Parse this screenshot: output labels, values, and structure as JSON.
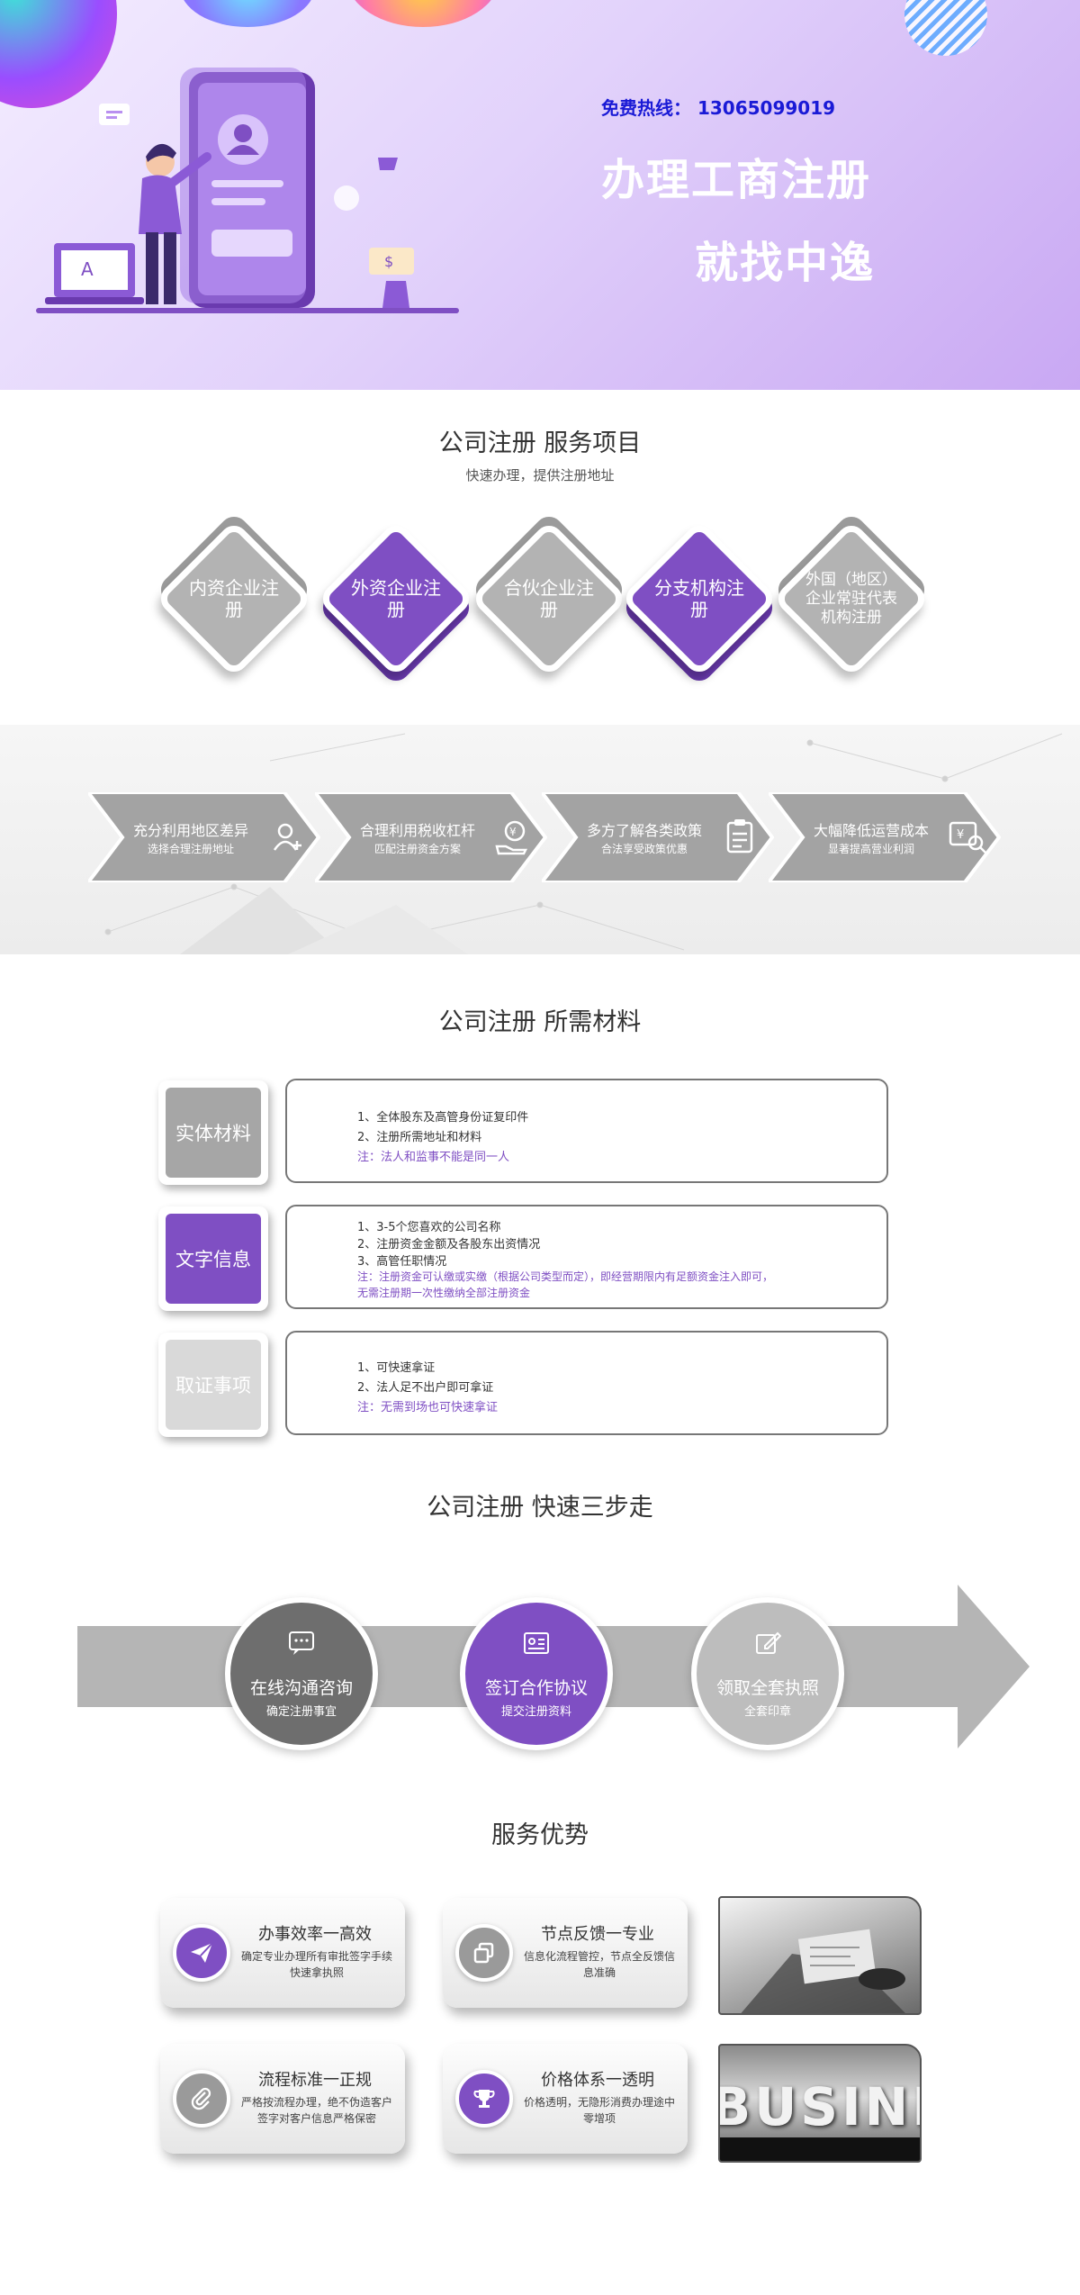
{
  "hero": {
    "hotline": "免费热线： 13065099019",
    "title_line1": "办理工商注册",
    "title_line2": "就找中逸",
    "colors": {
      "hotline": "#1a1ad6",
      "accent": "#7f4fc3"
    }
  },
  "services": {
    "title": "公司注册 服务项目",
    "subtitle": "快速办理，提供注册地址",
    "items": [
      {
        "label": "内资企业注册",
        "style": "gray"
      },
      {
        "label": "外资企业注册",
        "style": "purple"
      },
      {
        "label": "合伙企业注册",
        "style": "gray"
      },
      {
        "label": "分支机构注册",
        "style": "purple"
      },
      {
        "label": "外国（地区）企业常驻代表机构注册",
        "style": "gray"
      }
    ]
  },
  "benefits": [
    {
      "title": "充分利用地区差异",
      "sub": "选择合理注册地址",
      "icon": "user-add-icon"
    },
    {
      "title": "合理利用税收杠杆",
      "sub": "匹配注册资金方案",
      "icon": "money-hand-icon"
    },
    {
      "title": "多方了解各类政策",
      "sub": "合法享受政策优惠",
      "icon": "clipboard-icon"
    },
    {
      "title": "大幅降低运营成本",
      "sub": "显著提高营业利润",
      "icon": "money-search-icon"
    }
  ],
  "materials": {
    "title": "公司注册 所需材料",
    "rows": [
      {
        "tag": "实体材料",
        "tag_color": "#a6a6a6",
        "lines": [
          "1、全体股东及高管身份证复印件",
          "2、注册所需地址和材料"
        ],
        "notes": [
          "注：法人和监事不能是同一人"
        ]
      },
      {
        "tag": "文字信息",
        "tag_color": "#7f4fc3",
        "lines": [
          "1、3-5个您喜欢的公司名称",
          "2、注册资金金额及各股东出资情况",
          "3、高管任职情况"
        ],
        "notes": [
          "注：注册资金可认缴或实缴（根据公司类型而定），即经营期限内有足额资金注入即可，",
          "无需注册期一次性缴纳全部注册资金"
        ]
      },
      {
        "tag": "取证事项",
        "tag_color": "#d9d9d9",
        "lines": [
          "1、可快速拿证",
          "2、法人足不出户即可拿证"
        ],
        "notes": [
          "注：无需到场也可快速拿证"
        ]
      }
    ]
  },
  "steps": {
    "title": "公司注册 快速三步走",
    "items": [
      {
        "title": "在线沟通咨询",
        "sub": "确定注册事宜",
        "color": "#6e6e6e",
        "icon": "chat-icon"
      },
      {
        "title": "签订合作协议",
        "sub": "提交注册资料",
        "color": "#7f4fc3",
        "icon": "contract-icon"
      },
      {
        "title": "领取全套执照",
        "sub": "全套印章",
        "color": "#bdbdbd",
        "icon": "edit-icon"
      }
    ]
  },
  "advantages": {
    "title": "服务优势",
    "items": [
      {
        "title": "办事效率一高效",
        "desc": "确定专业办理所有审批签字手续快速拿执照",
        "icon": "paper-plane-icon",
        "color": "#7f4fc3"
      },
      {
        "title": "节点反馈一专业",
        "desc": "信息化流程管控，节点全反馈信息准确",
        "icon": "copy-icon",
        "color": "#9a9a9a"
      },
      {
        "title": "流程标准一正规",
        "desc": "严格按流程办理，绝不伪造客户签字对客户信息严格保密",
        "icon": "paperclip-icon",
        "color": "#9a9a9a"
      },
      {
        "title": "价格体系一透明",
        "desc": "价格透明，无隐形消费办理途中零增项",
        "icon": "trophy-icon",
        "color": "#7f4fc3"
      }
    ],
    "photo2_text": "BUSINESS"
  }
}
